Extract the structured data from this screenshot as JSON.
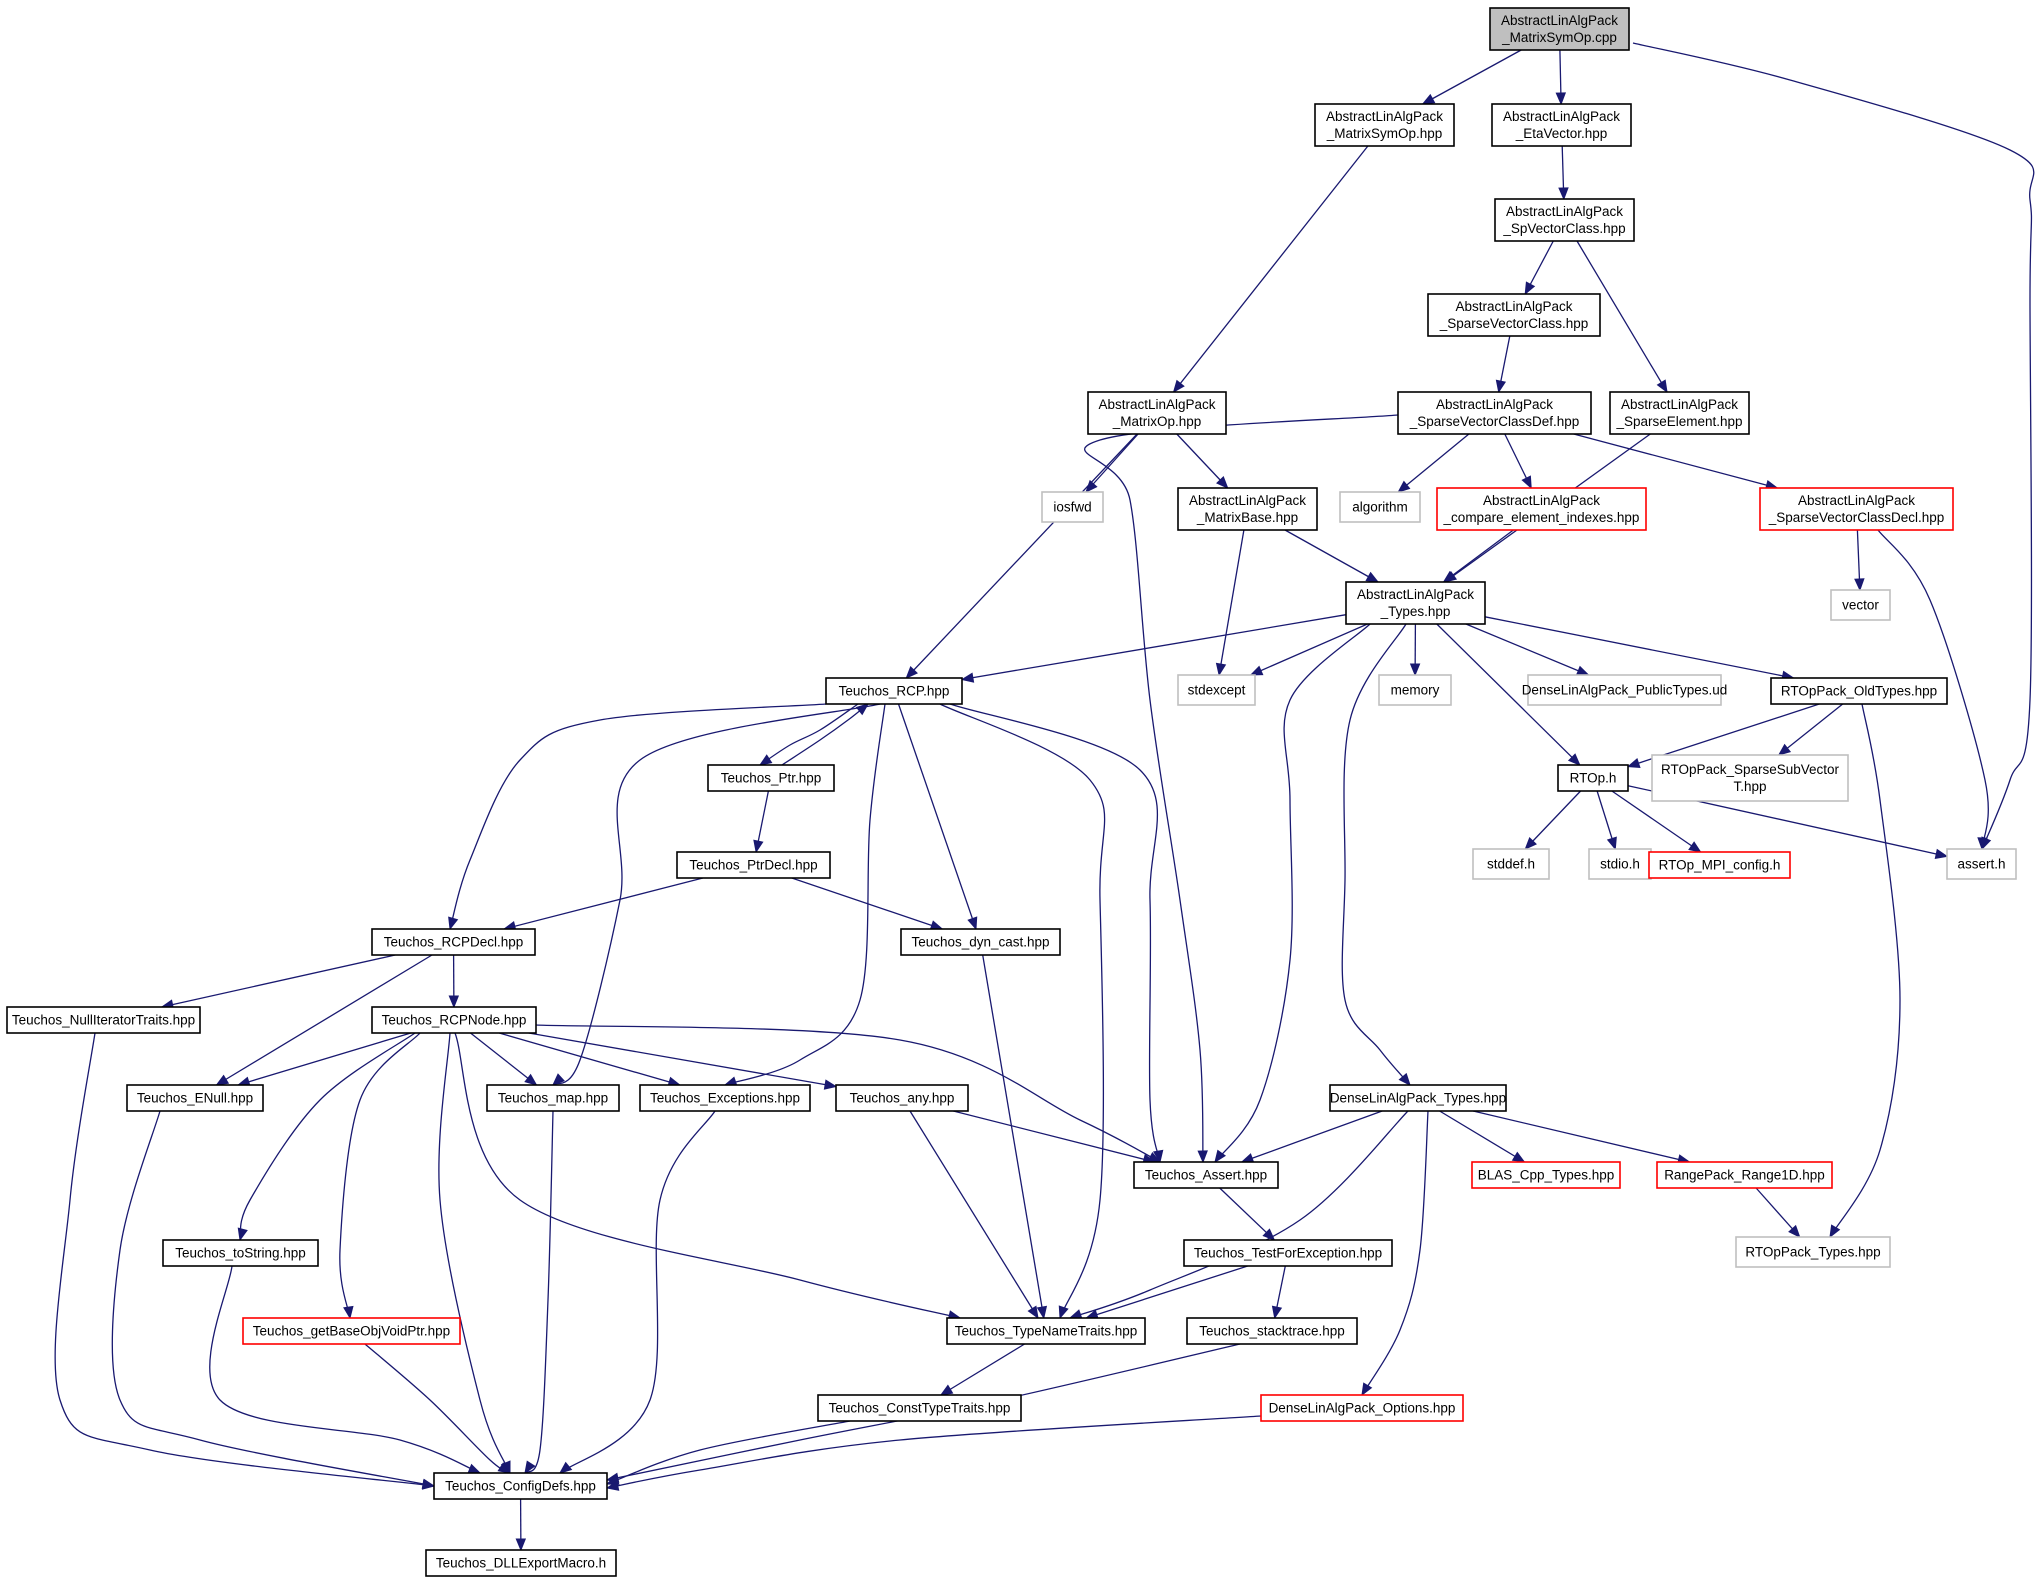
{
  "colors": {
    "edge": "#191970",
    "normal": "#000000",
    "external": "#bfbfbf",
    "incomplete": "#ff0000",
    "root_fill": "#bfbfbf"
  },
  "nodes": [
    {
      "id": "root",
      "lines": [
        "AbstractLinAlgPack",
        "_MatrixSymOp.cpp"
      ],
      "style": "root"
    },
    {
      "id": "msymop",
      "lines": [
        "AbstractLinAlgPack",
        "_MatrixSymOp.hpp"
      ],
      "style": "normal"
    },
    {
      "id": "eta",
      "lines": [
        "AbstractLinAlgPack",
        "_EtaVector.hpp"
      ],
      "style": "normal"
    },
    {
      "id": "spvc",
      "lines": [
        "AbstractLinAlgPack",
        "_SpVectorClass.hpp"
      ],
      "style": "normal"
    },
    {
      "id": "svc",
      "lines": [
        "AbstractLinAlgPack",
        "_SparseVectorClass.hpp"
      ],
      "style": "normal"
    },
    {
      "id": "matop",
      "lines": [
        "AbstractLinAlgPack",
        "_MatrixOp.hpp"
      ],
      "style": "normal"
    },
    {
      "id": "svcdef",
      "lines": [
        "AbstractLinAlgPack",
        "_SparseVectorClassDef.hpp"
      ],
      "style": "normal"
    },
    {
      "id": "spel",
      "lines": [
        "AbstractLinAlgPack",
        "_SparseElement.hpp"
      ],
      "style": "normal"
    },
    {
      "id": "iosfwd",
      "lines": [
        "iosfwd"
      ],
      "style": "external"
    },
    {
      "id": "matbase",
      "lines": [
        "AbstractLinAlgPack",
        "_MatrixBase.hpp"
      ],
      "style": "normal"
    },
    {
      "id": "algorithm",
      "lines": [
        "algorithm"
      ],
      "style": "external"
    },
    {
      "id": "cmpidx",
      "lines": [
        "AbstractLinAlgPack",
        "_compare_element_indexes.hpp"
      ],
      "style": "incomplete"
    },
    {
      "id": "svcdecl",
      "lines": [
        "AbstractLinAlgPack",
        "_SparseVectorClassDecl.hpp"
      ],
      "style": "incomplete"
    },
    {
      "id": "vector",
      "lines": [
        "vector"
      ],
      "style": "external"
    },
    {
      "id": "types",
      "lines": [
        "AbstractLinAlgPack",
        "_Types.hpp"
      ],
      "style": "normal"
    },
    {
      "id": "rcp",
      "lines": [
        "Teuchos_RCP.hpp"
      ],
      "style": "normal"
    },
    {
      "id": "stdexcept",
      "lines": [
        "stdexcept"
      ],
      "style": "external"
    },
    {
      "id": "memory",
      "lines": [
        "memory"
      ],
      "style": "external"
    },
    {
      "id": "dlapub",
      "lines": [
        "DenseLinAlgPack_PublicTypes.ud"
      ],
      "style": "external"
    },
    {
      "id": "oldtypes",
      "lines": [
        "RTOpPack_OldTypes.hpp"
      ],
      "style": "normal"
    },
    {
      "id": "ptr",
      "lines": [
        "Teuchos_Ptr.hpp"
      ],
      "style": "normal"
    },
    {
      "id": "rtoph",
      "lines": [
        "RTOp.h"
      ],
      "style": "normal"
    },
    {
      "id": "sparsesub",
      "lines": [
        "RTOpPack_SparseSubVector",
        "T.hpp"
      ],
      "style": "external"
    },
    {
      "id": "ptrdecl",
      "lines": [
        "Teuchos_PtrDecl.hpp"
      ],
      "style": "normal"
    },
    {
      "id": "stddef",
      "lines": [
        "stddef.h"
      ],
      "style": "external"
    },
    {
      "id": "stdio",
      "lines": [
        "stdio.h"
      ],
      "style": "external"
    },
    {
      "id": "mpiconfig",
      "lines": [
        "RTOp_MPI_config.h"
      ],
      "style": "incomplete"
    },
    {
      "id": "asserth",
      "lines": [
        "assert.h"
      ],
      "style": "external"
    },
    {
      "id": "rcpdecl",
      "lines": [
        "Teuchos_RCPDecl.hpp"
      ],
      "style": "normal"
    },
    {
      "id": "dyncast",
      "lines": [
        "Teuchos_dyn_cast.hpp"
      ],
      "style": "normal"
    },
    {
      "id": "nulliter",
      "lines": [
        "Teuchos_NullIteratorTraits.hpp"
      ],
      "style": "normal"
    },
    {
      "id": "rcpnode",
      "lines": [
        "Teuchos_RCPNode.hpp"
      ],
      "style": "normal"
    },
    {
      "id": "enull",
      "lines": [
        "Teuchos_ENull.hpp"
      ],
      "style": "normal"
    },
    {
      "id": "map",
      "lines": [
        "Teuchos_map.hpp"
      ],
      "style": "normal"
    },
    {
      "id": "exc",
      "lines": [
        "Teuchos_Exceptions.hpp"
      ],
      "style": "normal"
    },
    {
      "id": "any",
      "lines": [
        "Teuchos_any.hpp"
      ],
      "style": "normal"
    },
    {
      "id": "dlatypes",
      "lines": [
        "DenseLinAlgPack_Types.hpp"
      ],
      "style": "normal"
    },
    {
      "id": "tassert",
      "lines": [
        "Teuchos_Assert.hpp"
      ],
      "style": "normal"
    },
    {
      "id": "blas",
      "lines": [
        "BLAS_Cpp_Types.hpp"
      ],
      "style": "incomplete"
    },
    {
      "id": "range1d",
      "lines": [
        "RangePack_Range1D.hpp"
      ],
      "style": "incomplete"
    },
    {
      "id": "tostring",
      "lines": [
        "Teuchos_toString.hpp"
      ],
      "style": "normal"
    },
    {
      "id": "tfe",
      "lines": [
        "Teuchos_TestForException.hpp"
      ],
      "style": "normal"
    },
    {
      "id": "rtoptypes",
      "lines": [
        "RTOpPack_Types.hpp"
      ],
      "style": "external"
    },
    {
      "id": "getbase",
      "lines": [
        "Teuchos_getBaseObjVoidPtr.hpp"
      ],
      "style": "incomplete"
    },
    {
      "id": "tnt",
      "lines": [
        "Teuchos_TypeNameTraits.hpp"
      ],
      "style": "normal"
    },
    {
      "id": "stack",
      "lines": [
        "Teuchos_stacktrace.hpp"
      ],
      "style": "normal"
    },
    {
      "id": "consttt",
      "lines": [
        "Teuchos_ConstTypeTraits.hpp"
      ],
      "style": "normal"
    },
    {
      "id": "dlaopt",
      "lines": [
        "DenseLinAlgPack_Options.hpp"
      ],
      "style": "incomplete"
    },
    {
      "id": "configdefs",
      "lines": [
        "Teuchos_ConfigDefs.hpp"
      ],
      "style": "normal"
    },
    {
      "id": "dllexport",
      "lines": [
        "Teuchos_DLLExportMacro.h"
      ],
      "style": "normal"
    }
  ],
  "edges": [
    [
      "root",
      "msymop"
    ],
    [
      "root",
      "eta"
    ],
    [
      "root",
      "asserth"
    ],
    [
      "msymop",
      "matop"
    ],
    [
      "eta",
      "spvc"
    ],
    [
      "spvc",
      "svc"
    ],
    [
      "spvc",
      "spel"
    ],
    [
      "svc",
      "svcdef"
    ],
    [
      "matop",
      "rcp"
    ],
    [
      "matop",
      "iosfwd"
    ],
    [
      "matop",
      "matbase"
    ],
    [
      "svcdef",
      "tassert"
    ],
    [
      "svcdef",
      "algorithm"
    ],
    [
      "svcdef",
      "cmpidx"
    ],
    [
      "svcdef",
      "svcdecl"
    ],
    [
      "spel",
      "types"
    ],
    [
      "matbase",
      "stdexcept"
    ],
    [
      "matbase",
      "types"
    ],
    [
      "cmpidx",
      "types"
    ],
    [
      "svcdecl",
      "vector"
    ],
    [
      "svcdecl",
      "asserth"
    ],
    [
      "types",
      "rcp"
    ],
    [
      "types",
      "stdexcept"
    ],
    [
      "types",
      "tassert"
    ],
    [
      "types",
      "memory"
    ],
    [
      "types",
      "dlapub"
    ],
    [
      "types",
      "oldtypes"
    ],
    [
      "types",
      "rtoph"
    ],
    [
      "types",
      "dlatypes"
    ],
    [
      "oldtypes",
      "rtoph"
    ],
    [
      "oldtypes",
      "sparsesub"
    ],
    [
      "oldtypes",
      "rtoptypes"
    ],
    [
      "rtoph",
      "stddef"
    ],
    [
      "rtoph",
      "stdio"
    ],
    [
      "rtoph",
      "mpiconfig"
    ],
    [
      "rtoph",
      "asserth"
    ],
    [
      "rcp",
      "ptr"
    ],
    [
      "ptr",
      "rcp"
    ],
    [
      "rcp",
      "rcpdecl"
    ],
    [
      "rcp",
      "map"
    ],
    [
      "rcp",
      "exc"
    ],
    [
      "rcp",
      "dyncast"
    ],
    [
      "rcp",
      "tnt"
    ],
    [
      "rcp",
      "tassert"
    ],
    [
      "ptr",
      "ptrdecl"
    ],
    [
      "ptrdecl",
      "rcpdecl"
    ],
    [
      "ptrdecl",
      "dyncast"
    ],
    [
      "rcpdecl",
      "nulliter"
    ],
    [
      "rcpdecl",
      "rcpnode"
    ],
    [
      "rcpdecl",
      "enull"
    ],
    [
      "nulliter",
      "configdefs"
    ],
    [
      "rcpnode",
      "enull"
    ],
    [
      "rcpnode",
      "map"
    ],
    [
      "rcpnode",
      "exc"
    ],
    [
      "rcpnode",
      "any"
    ],
    [
      "rcpnode",
      "tassert"
    ],
    [
      "rcpnode",
      "tostring"
    ],
    [
      "rcpnode",
      "getbase"
    ],
    [
      "rcpnode",
      "configdefs"
    ],
    [
      "rcpnode",
      "tnt"
    ],
    [
      "dyncast",
      "tnt"
    ],
    [
      "enull",
      "configdefs"
    ],
    [
      "map",
      "configdefs"
    ],
    [
      "exc",
      "configdefs"
    ],
    [
      "any",
      "tassert"
    ],
    [
      "any",
      "tnt"
    ],
    [
      "dlatypes",
      "tassert"
    ],
    [
      "dlatypes",
      "tnt"
    ],
    [
      "dlatypes",
      "blas"
    ],
    [
      "dlatypes",
      "range1d"
    ],
    [
      "dlatypes",
      "dlaopt"
    ],
    [
      "tassert",
      "tfe"
    ],
    [
      "range1d",
      "rtoptypes"
    ],
    [
      "tostring",
      "configdefs"
    ],
    [
      "getbase",
      "configdefs"
    ],
    [
      "tfe",
      "tnt"
    ],
    [
      "tfe",
      "stack"
    ],
    [
      "tnt",
      "consttt"
    ],
    [
      "stack",
      "configdefs"
    ],
    [
      "consttt",
      "configdefs"
    ],
    [
      "dlaopt",
      "configdefs"
    ],
    [
      "configdefs",
      "dllexport"
    ]
  ]
}
